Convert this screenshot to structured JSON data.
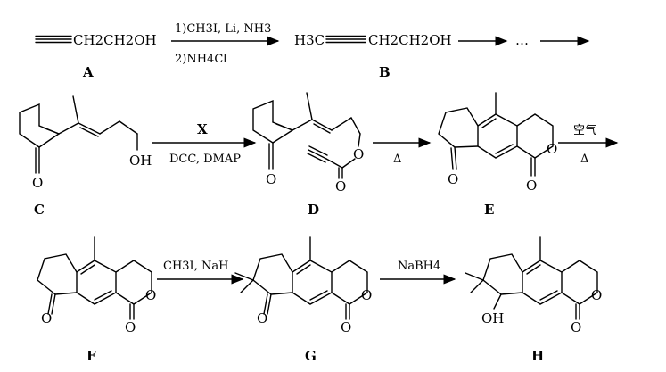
{
  "compounds": {
    "A": {
      "label": "A",
      "formula_tail": "CH2CH2OH"
    },
    "B": {
      "label": "B",
      "formula_head": "H3C",
      "formula_tail": "CH2CH2OH"
    },
    "C": {
      "label": "C"
    },
    "D": {
      "label": "D"
    },
    "E": {
      "label": "E"
    },
    "F": {
      "label": "F"
    },
    "G": {
      "label": "G"
    },
    "H": {
      "label": "H"
    }
  },
  "reagents": {
    "a_to_b_step1": "1)CH3I, Li, NH3",
    "a_to_b_step2": "2)NH4Cl",
    "b_dots": "…",
    "c_to_d_top": "X",
    "c_to_d_bottom": "DCC, DMAP",
    "d_to_e": "Δ",
    "e_to_f_top": "空气",
    "e_to_f_bottom": "Δ",
    "f_to_g": "CH3I, NaH",
    "g_to_h": "NaBH4"
  },
  "atoms": {
    "oh": "OH",
    "o": "O"
  }
}
